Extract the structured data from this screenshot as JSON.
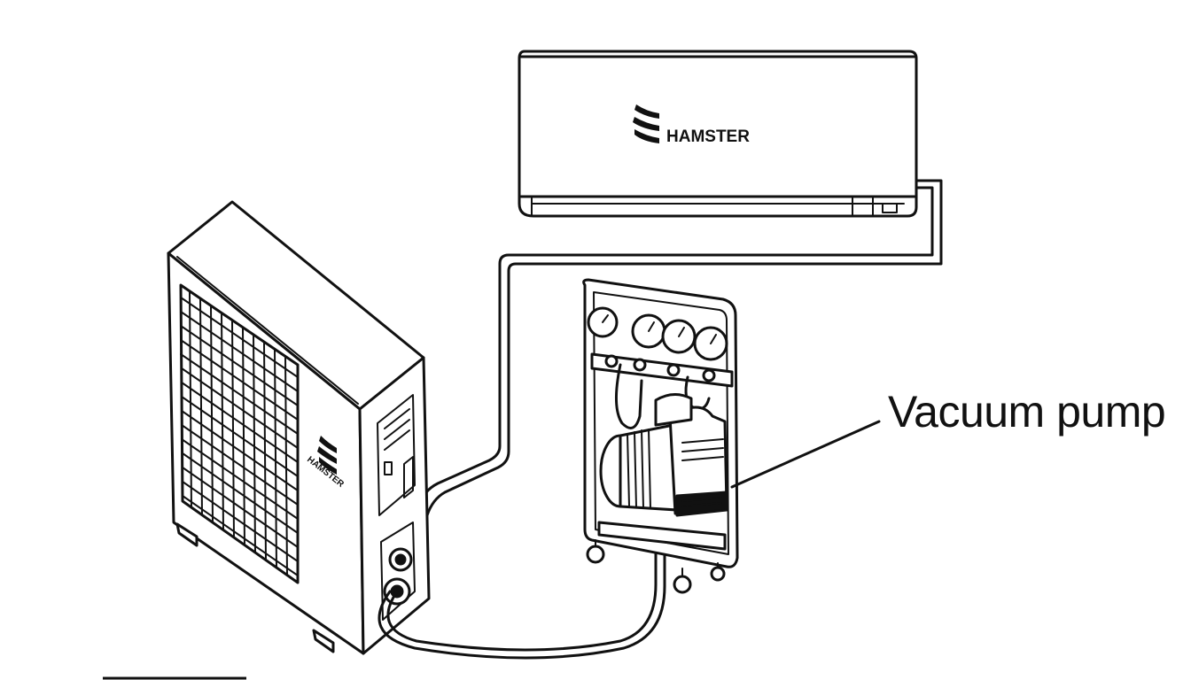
{
  "indoor_unit": {
    "brand": "HAMSTER"
  },
  "outdoor_unit": {
    "brand": "HAMSTER"
  },
  "callout": {
    "label": "Vacuum pump"
  },
  "colors": {
    "ink": "#111111",
    "paper": "#ffffff"
  }
}
